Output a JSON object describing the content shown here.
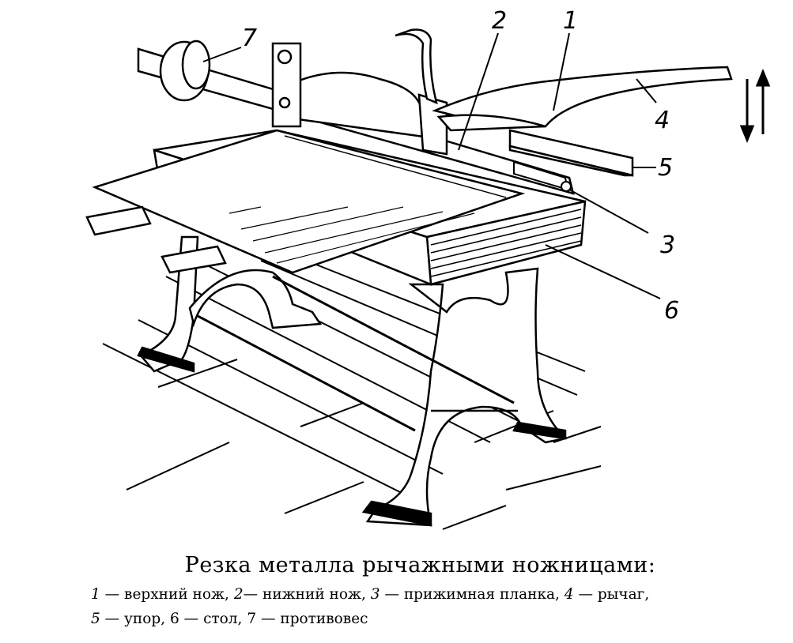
{
  "callouts": [
    {
      "id": "7",
      "text": "7"
    },
    {
      "id": "2",
      "text": "2"
    },
    {
      "id": "1",
      "text": "1"
    },
    {
      "id": "4",
      "text": "4"
    },
    {
      "id": "5",
      "text": "5"
    },
    {
      "id": "3",
      "text": "3"
    },
    {
      "id": "6",
      "text": "6"
    }
  ],
  "icons": {
    "motion_arrows": "up-down-arrows-icon"
  },
  "caption": {
    "title": "Резка металла рычажными ножницами:",
    "legend": [
      {
        "num": "1",
        "sep": " — ",
        "text": "верхний нож, "
      },
      {
        "num": "2",
        "sep": "— ",
        "text": "нижний нож, "
      },
      {
        "num": "3",
        "sep": " — ",
        "text": "прижимная планка, "
      },
      {
        "num": "4",
        "sep": " — ",
        "text": "рычаг,"
      },
      {
        "num": "5",
        "sep": " — ",
        "text": "упор, "
      },
      {
        "num": "6",
        "sep": " — ",
        "text": "стол, "
      },
      {
        "num": "7",
        "sep": " — ",
        "text": "противовес"
      }
    ]
  }
}
